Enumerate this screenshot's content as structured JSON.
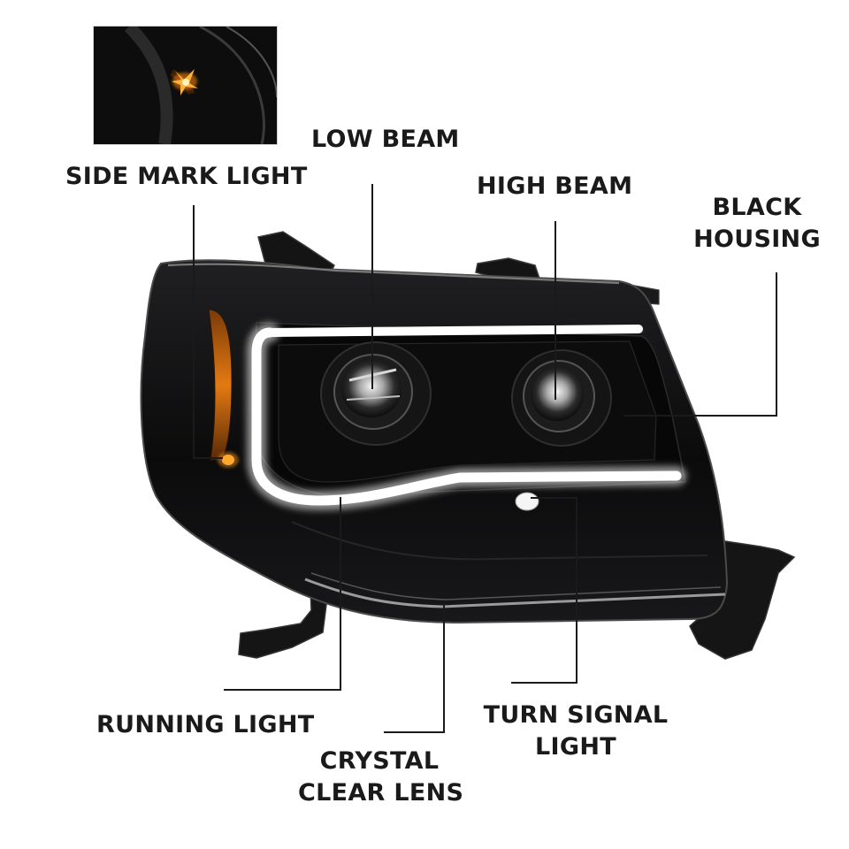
{
  "labels": {
    "side_mark_light": "SIDE MARK LIGHT",
    "low_beam": "LOW BEAM",
    "high_beam": "HIGH BEAM",
    "black_housing_1": "BLACK",
    "black_housing_2": "HOUSING",
    "running_light": "RUNNING LIGHT",
    "crystal_clear_lens_1": "CRYSTAL",
    "crystal_clear_lens_2": "CLEAR LENS",
    "turn_signal_light_1": "TURN SIGNAL",
    "turn_signal_light_2": "LIGHT"
  },
  "colors": {
    "housing": "#0b0b0c",
    "lightbar": "#ffffff",
    "amber": "#f29a1a",
    "leader_line": "#1a1a1a",
    "text": "#1a1a1a"
  },
  "icons": {
    "product": "headlight-assembly-illustration",
    "inset": "side-marker-closeup"
  }
}
